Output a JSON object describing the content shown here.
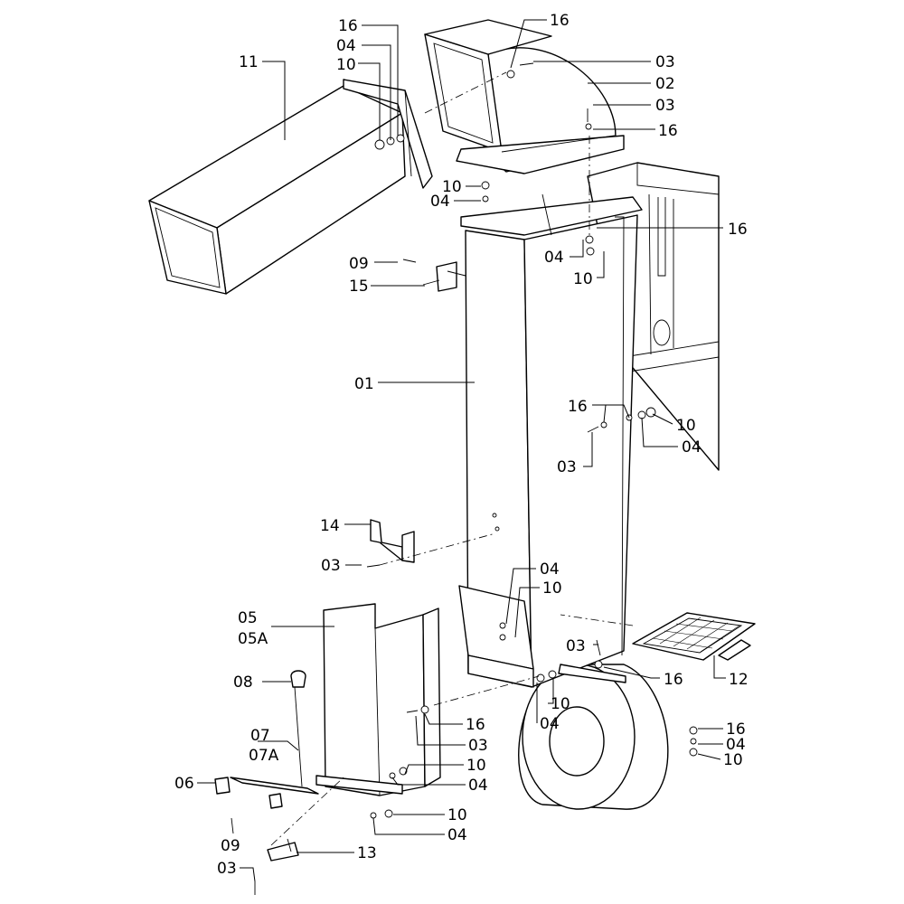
{
  "callouts": [
    {
      "id": "c11",
      "text": "11"
    },
    {
      "id": "c16a",
      "text": "16"
    },
    {
      "id": "c04a",
      "text": "04"
    },
    {
      "id": "c10a",
      "text": "10"
    },
    {
      "id": "c16b",
      "text": "16"
    },
    {
      "id": "c03a",
      "text": "03"
    },
    {
      "id": "c02",
      "text": "02"
    },
    {
      "id": "c03b",
      "text": "03"
    },
    {
      "id": "c16c",
      "text": "16"
    },
    {
      "id": "c10b",
      "text": "10"
    },
    {
      "id": "c04b",
      "text": "04"
    },
    {
      "id": "c16d",
      "text": "16"
    },
    {
      "id": "c04c",
      "text": "04"
    },
    {
      "id": "c10c",
      "text": "10"
    },
    {
      "id": "c09a",
      "text": "09"
    },
    {
      "id": "c15",
      "text": "15"
    },
    {
      "id": "c01",
      "text": "01"
    },
    {
      "id": "c16e",
      "text": "16"
    },
    {
      "id": "c10d",
      "text": "10"
    },
    {
      "id": "c04d",
      "text": "04"
    },
    {
      "id": "c03c",
      "text": "03"
    },
    {
      "id": "c14",
      "text": "14"
    },
    {
      "id": "c03d",
      "text": "03"
    },
    {
      "id": "c04e",
      "text": "04"
    },
    {
      "id": "c10e",
      "text": "10"
    },
    {
      "id": "c05",
      "text": "05"
    },
    {
      "id": "c05A",
      "text": "05A"
    },
    {
      "id": "c03e",
      "text": "03"
    },
    {
      "id": "c16f",
      "text": "16"
    },
    {
      "id": "c12",
      "text": "12"
    },
    {
      "id": "c08",
      "text": "08"
    },
    {
      "id": "c10f",
      "text": "10"
    },
    {
      "id": "c04f",
      "text": "04"
    },
    {
      "id": "c16g",
      "text": "16"
    },
    {
      "id": "c04g",
      "text": "04"
    },
    {
      "id": "c10g",
      "text": "10"
    },
    {
      "id": "c07",
      "text": "07"
    },
    {
      "id": "c07A",
      "text": "07A"
    },
    {
      "id": "c16h",
      "text": "16"
    },
    {
      "id": "c03f",
      "text": "03"
    },
    {
      "id": "c10h",
      "text": "10"
    },
    {
      "id": "c06",
      "text": "06"
    },
    {
      "id": "c04h",
      "text": "04"
    },
    {
      "id": "c10i",
      "text": "10"
    },
    {
      "id": "c04i",
      "text": "04"
    },
    {
      "id": "c09b",
      "text": "09"
    },
    {
      "id": "c13",
      "text": "13"
    },
    {
      "id": "c03g",
      "text": "03"
    }
  ]
}
